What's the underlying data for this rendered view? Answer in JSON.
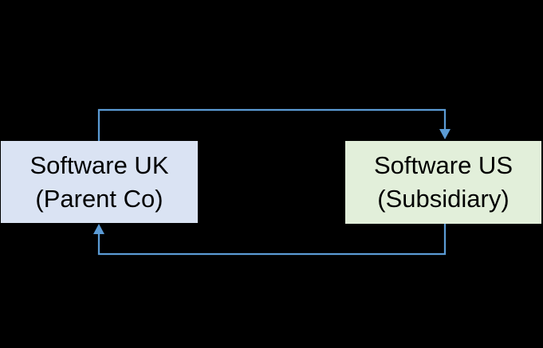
{
  "diagram": {
    "type": "flow-diagram",
    "nodes": [
      {
        "id": "software-uk",
        "line1": "Software UK",
        "line2": "(Parent Co)"
      },
      {
        "id": "software-us",
        "line1": "Software US",
        "line2": "(Subsidiary)"
      }
    ],
    "connectors": [
      {
        "id": "top-arrow",
        "from": "software-uk",
        "to": "software-us",
        "direction": "down-into-us"
      },
      {
        "id": "bottom-arrow",
        "from": "software-us",
        "to": "software-uk",
        "direction": "up-into-uk"
      }
    ]
  },
  "colors": {
    "bg": "#000000",
    "uk-fill": "#dae3f3",
    "us-fill": "#e2efda",
    "accent-line": "#5b9bd5",
    "text": "#000000"
  }
}
